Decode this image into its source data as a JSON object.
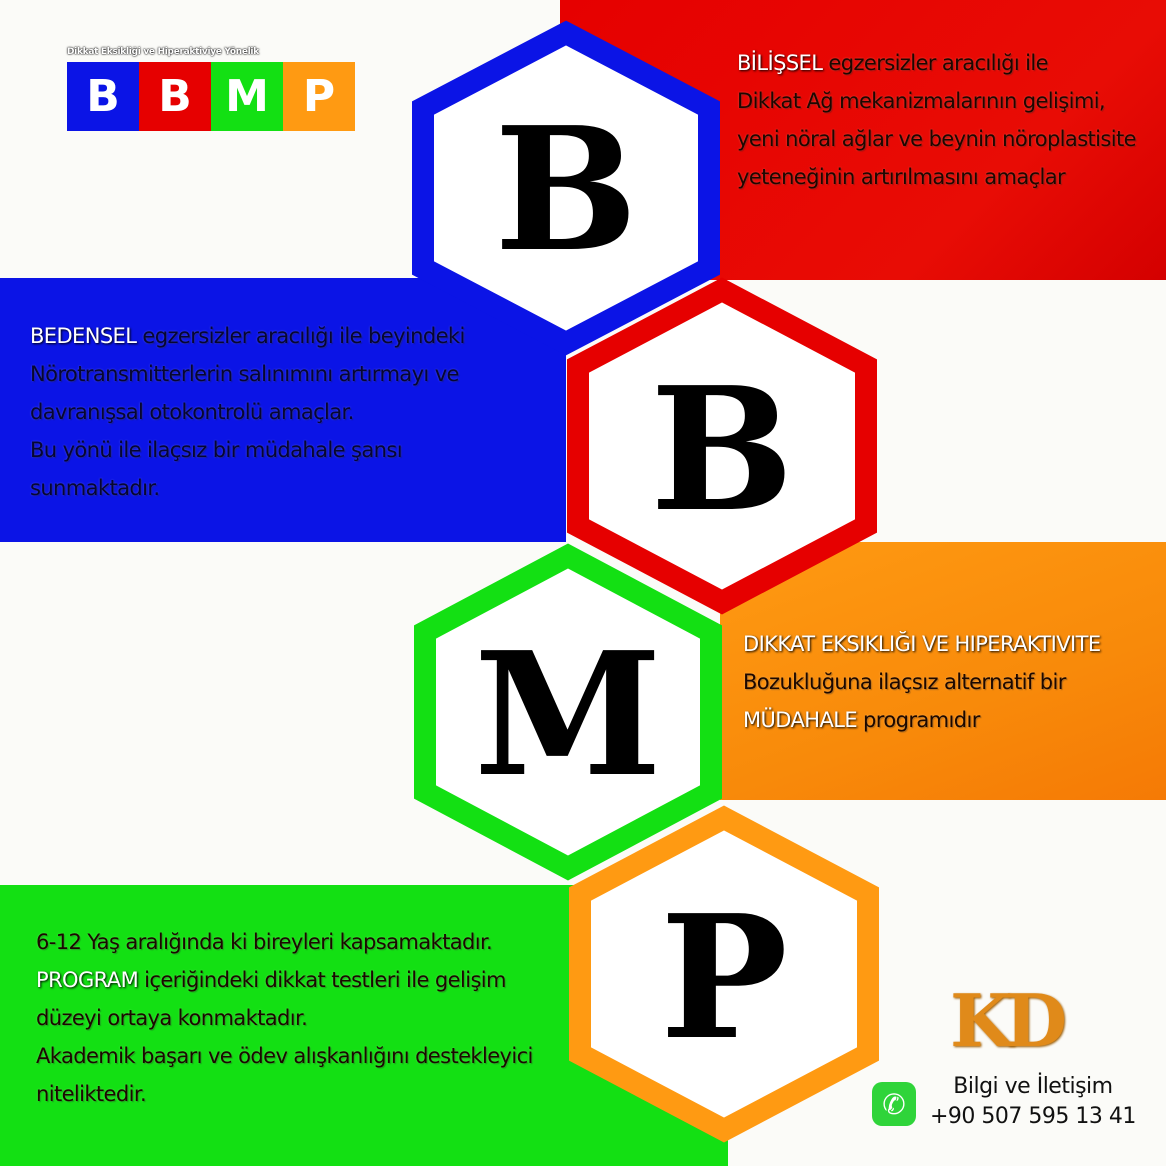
{
  "logo": {
    "subtitle": "Dikkat Eksikliği ve Hiperaktiviye Yönelik",
    "letters": [
      "B",
      "B",
      "M",
      "P"
    ],
    "colors": [
      "#0b14e6",
      "#e60000",
      "#13e013",
      "#ff9a12"
    ]
  },
  "hexagons": [
    {
      "letter": "B",
      "color": "#0b14e6"
    },
    {
      "letter": "B",
      "color": "#e60000"
    },
    {
      "letter": "M",
      "color": "#13e013"
    },
    {
      "letter": "P",
      "color": "#ff9a12"
    }
  ],
  "panels": {
    "red": {
      "highlight": "BİLİŞSEL",
      "lines": [
        " egzersizler aracılığı ile",
        "Dikkat Ağ mekanizmalarının gelişimi,",
        "yeni nöral ağlar ve beynin nöroplastisite",
        "yeteneğinin artırılmasını amaçlar"
      ]
    },
    "blue": {
      "highlight": "BEDENSEL",
      "lines": [
        " egzersizler aracılığı ile beyindeki",
        "Nörotransmitterlerin salınımını artırmayı ve",
        "davranışsal otokontrolü amaçlar.",
        "Bu yönü ile ilaçsız bir müdahale şansı",
        "sunmaktadır."
      ]
    },
    "orange": {
      "heading": "DIKKAT EKSIKLIĞI VE HIPERAKTIVITE",
      "line2": "Bozukluğuna ilaçsız alternatif bir",
      "highlight": "MÜDAHALE",
      "line3_rest": " programıdır"
    },
    "green": {
      "line1": "6-12 Yaş aralığında ki bireyleri kapsamaktadır.",
      "highlight": "PROGRAM",
      "line2_rest": " içeriğindeki dikkat testleri ile gelişim",
      "lines": [
        "düzeyi ortaya konmaktadır.",
        "Akademik başarı ve ödev alışkanlığını destekleyici",
        "niteliktedir."
      ]
    }
  },
  "brand": {
    "logo_text": "KD"
  },
  "contact": {
    "icon": "phone-icon",
    "label": "Bilgi ve İletişim",
    "phone": "+90 507 595 13 41"
  }
}
